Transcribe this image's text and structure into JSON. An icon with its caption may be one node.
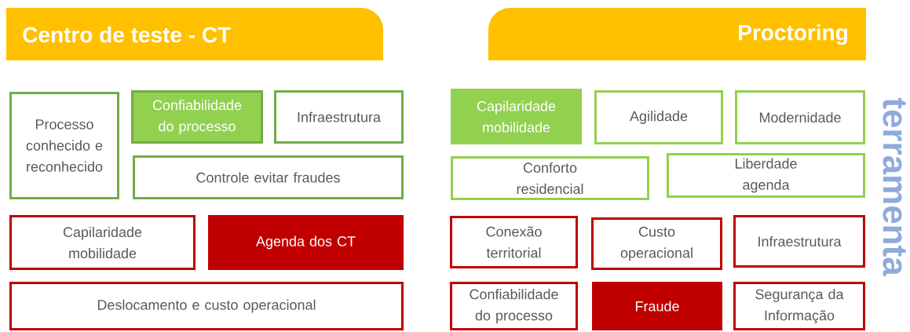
{
  "diagram": {
    "nodes": [
      {
        "text": [
          "Centro de teste - CT"
        ]
      },
      {
        "text": [
          "Proctoring"
        ]
      },
      {
        "text": [
          "Processo conhecido e reconhecido"
        ]
      },
      {
        "text": [
          "Confiabilidade do processo"
        ]
      },
      {
        "text": [
          "Infraestrutura"
        ]
      },
      {
        "text": [
          "Controle evitar fraudes"
        ]
      },
      {
        "text": [
          "Capilaridade mobilidade"
        ]
      },
      {
        "text": [
          "Agenda dos CT"
        ]
      },
      {
        "text": [
          "Deslocamento e custo operacional"
        ]
      },
      {
        "text": [
          "Capilaridade mobilidade"
        ]
      },
      {
        "text": [
          "Agilidade"
        ]
      },
      {
        "text": [
          "Modernidade"
        ]
      },
      {
        "text": [
          "Conforto residencial"
        ]
      },
      {
        "text": [
          "Liberdade agenda"
        ]
      },
      {
        "text": [
          "Conexão territorial"
        ]
      },
      {
        "text": [
          "Custo operacional"
        ]
      },
      {
        "text": [
          "Infraestrutura"
        ]
      },
      {
        "text": [
          "Confiabilidade do processo"
        ]
      },
      {
        "text": [
          "Fraude"
        ]
      },
      {
        "text": [
          "Segurança da Informação"
        ]
      }
    ],
    "labels": [
      "terramenta"
    ]
  }
}
